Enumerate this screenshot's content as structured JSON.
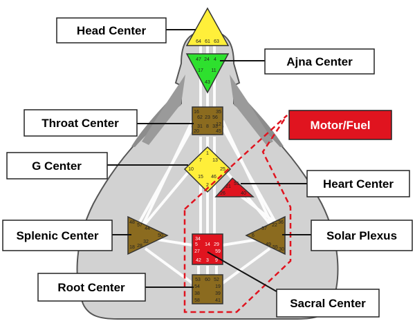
{
  "labels": {
    "head": "Head Center",
    "ajna": "Ajna Center",
    "throat": "Throat Center",
    "motor": "Motor/Fuel",
    "g": "G Center",
    "heart": "Heart Center",
    "splenic": "Splenic Center",
    "solar": "Solar Plexus",
    "root": "Root Center",
    "sacral": "Sacral Center"
  },
  "gates": {
    "head": [
      "64",
      "61",
      "63"
    ],
    "ajna": [
      "47",
      "24",
      "4",
      "17",
      "11",
      "43"
    ],
    "throat": [
      "16",
      "62",
      "23",
      "56",
      "35",
      "12",
      "31",
      "8",
      "33",
      "20",
      "45"
    ],
    "g": [
      "1",
      "7",
      "13",
      "10",
      "25",
      "15",
      "46",
      "2"
    ],
    "heart": [
      "21",
      "51",
      "26",
      "40"
    ],
    "splenic": [
      "48",
      "57",
      "44",
      "50",
      "32",
      "18",
      "28"
    ],
    "solar": [
      "36",
      "22",
      "37",
      "6",
      "49",
      "55",
      "30"
    ],
    "sacral": [
      "34",
      "5",
      "14",
      "29",
      "27",
      "59",
      "42",
      "3",
      "9"
    ],
    "root": [
      "53",
      "60",
      "52",
      "54",
      "19",
      "38",
      "39",
      "58",
      "41"
    ]
  },
  "colors": {
    "defined_yellow": "#ffef3a",
    "defined_green": "#2ee02e",
    "undefined_brown": "#8b6b1f",
    "motor_red": "#e0141f",
    "body_grey": "#d2d2d2",
    "body_dark": "#8c8c8c"
  }
}
